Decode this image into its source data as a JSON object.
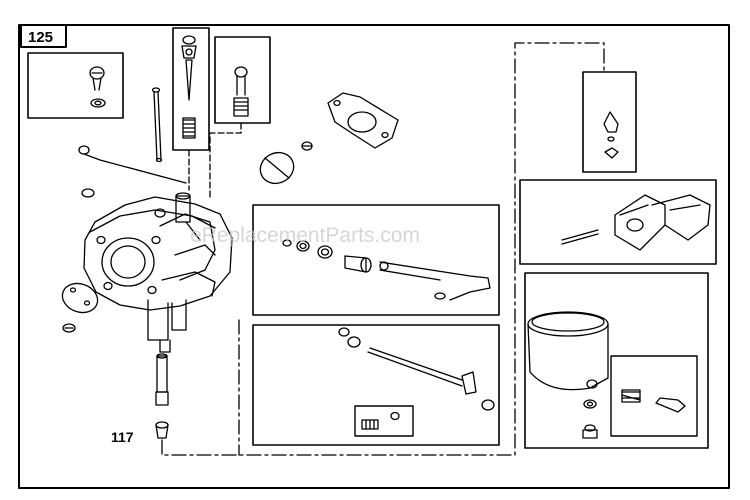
{
  "diagram": {
    "assembly_ref": "125",
    "callouts": [
      {
        "ref": "117"
      }
    ],
    "watermark": "eReplacementParts.com"
  },
  "colors": {
    "line": "#000000",
    "background": "#ffffff",
    "watermark": "#c9c9c9"
  }
}
